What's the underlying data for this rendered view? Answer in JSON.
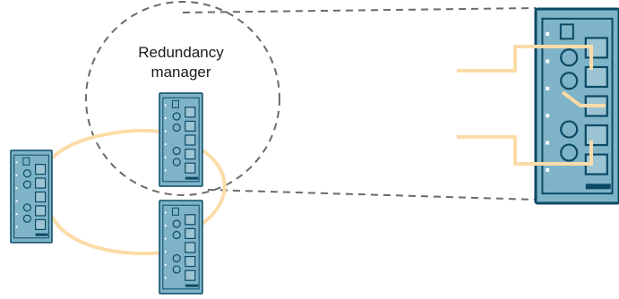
{
  "diagram": {
    "label_line1": "Redundancy",
    "label_line2": "manager",
    "colors": {
      "device_fill": "#7fb3c7",
      "device_stroke": "#0b4a66",
      "ring_color": "#fbdca8",
      "dashed_color": "#6a6a6a"
    },
    "nodes": [
      {
        "role": "switch-left"
      },
      {
        "role": "redundancy-manager-switch"
      },
      {
        "role": "switch-bottom"
      },
      {
        "role": "redundancy-manager-zoom"
      }
    ]
  }
}
